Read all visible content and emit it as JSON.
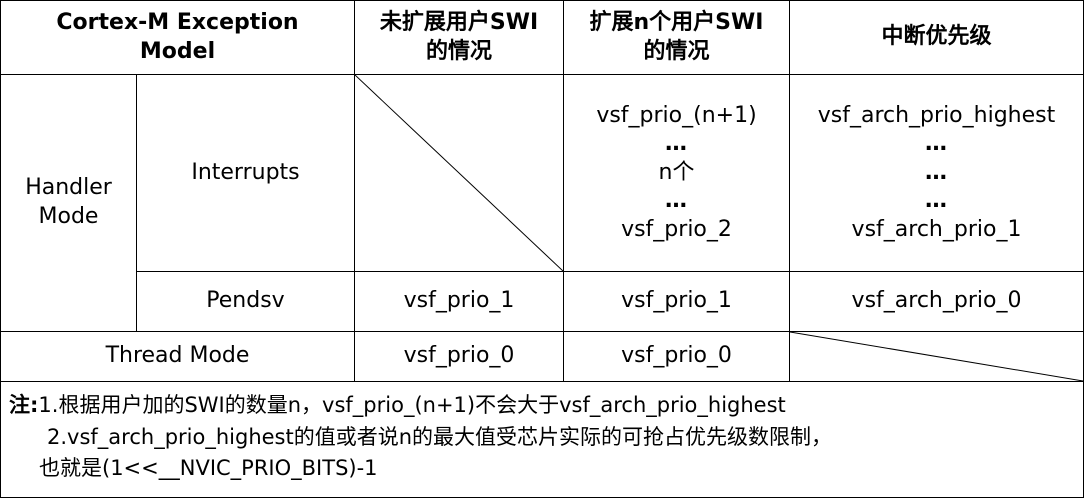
{
  "header": {
    "col1_line1": "Cortex-M Exception",
    "col1_line2": "Model",
    "col2_line1": "未扩展用户SWI",
    "col2_line2": "的情况",
    "col3_line1": "扩展n个用户SWI",
    "col3_line2": "的情况",
    "col4": "中断优先级"
  },
  "rows": {
    "handler_mode_line1": "Handler",
    "handler_mode_line2": "Mode",
    "interrupts": {
      "label": "Interrupts",
      "extended": {
        "top": "vsf_prio_(n+1)",
        "dots1": "…",
        "count": "n个",
        "dots2": "…",
        "bottom": "vsf_prio_2"
      },
      "priority": {
        "top": "vsf_arch_prio_highest",
        "dots1": "…",
        "dots2": "…",
        "dots3": "…",
        "bottom": "vsf_arch_prio_1"
      }
    },
    "pendsv": {
      "label": "Pendsv",
      "unextended": "vsf_prio_1",
      "extended": "vsf_prio_1",
      "priority": "vsf_arch_prio_0"
    },
    "thread": {
      "label": "Thread Mode",
      "unextended": "vsf_prio_0",
      "extended": "vsf_prio_0"
    }
  },
  "notes": {
    "prefix": "注:",
    "line1": "1.根据用户加的SWI的数量n，vsf_prio_(n+1)不会大于vsf_arch_prio_highest",
    "line2": "2.vsf_arch_prio_highest的值或者说n的最大值受芯片实际的可抢占优先级数限制，",
    "line3": "也就是(1<<__NVIC_PRIO_BITS)-1"
  }
}
